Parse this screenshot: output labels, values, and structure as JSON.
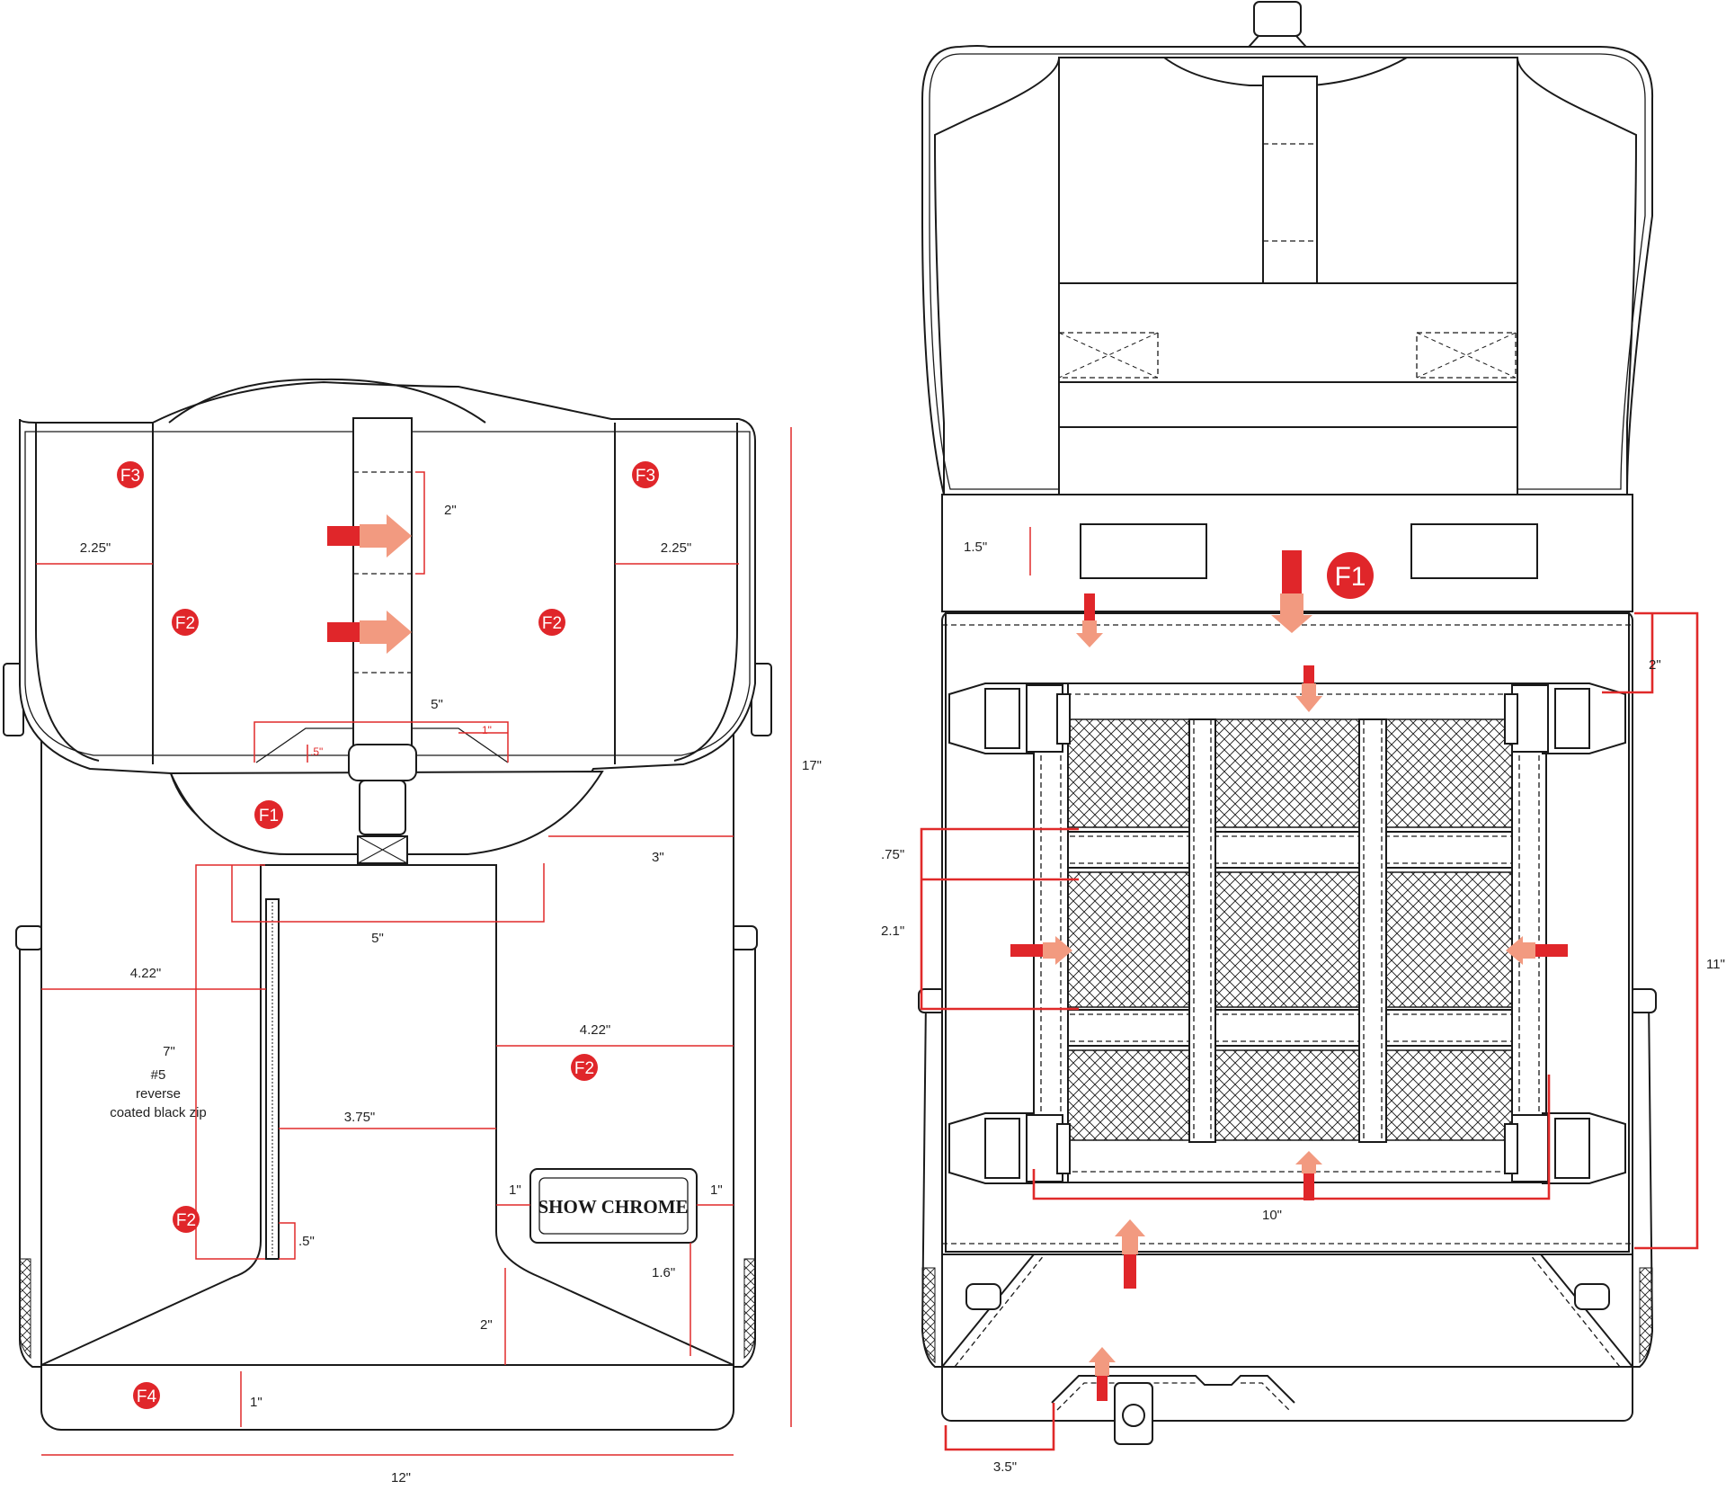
{
  "colors": {
    "line": "#1a1a1a",
    "dim": "#e02a2a",
    "tag": "#e0262a",
    "arrow_light": "#f29a80",
    "arrow_dark": "#e0262a"
  },
  "front": {
    "dim_17": "17\"",
    "dim_12": "12\"",
    "dim_2_strap": "2\"",
    "dim_225_left": "2.25\"",
    "dim_225_right": "2.25\"",
    "dim_5_flap": "5\"",
    "dim_1_flap": "1\"",
    "dim_05_flap": ".5\"",
    "dim_3": "3\"",
    "dim_5_pocket": "5\"",
    "dim_422_left": "4.22\"",
    "dim_422_right": "4.22\"",
    "dim_375": "3.75\"",
    "dim_1_badge_left": "1\"",
    "dim_1_badge_right": "1\"",
    "dim_05_zip": ".5\"",
    "dim_16": "1.6\"",
    "dim_2_bottom": "2\"",
    "dim_1_bottom": "1\"",
    "zip_note": [
      "7\"",
      "#5",
      "reverse",
      "coated black zip"
    ],
    "badge_text": "SHOW CHROME",
    "tags": {
      "f1": "F1",
      "f2a": "F2",
      "f2b": "F2",
      "f2c": "F2",
      "f2d": "F2",
      "f3a": "F3",
      "f3b": "F3",
      "f4": "F4"
    }
  },
  "back": {
    "dim_15": "1.5\"",
    "dim_2": "2\"",
    "dim_075": ".75\"",
    "dim_21": "2.1\"",
    "dim_11": "11\"",
    "dim_10": "10\"",
    "dim_35": "3.5\"",
    "tags": {
      "f1": "F1"
    }
  }
}
